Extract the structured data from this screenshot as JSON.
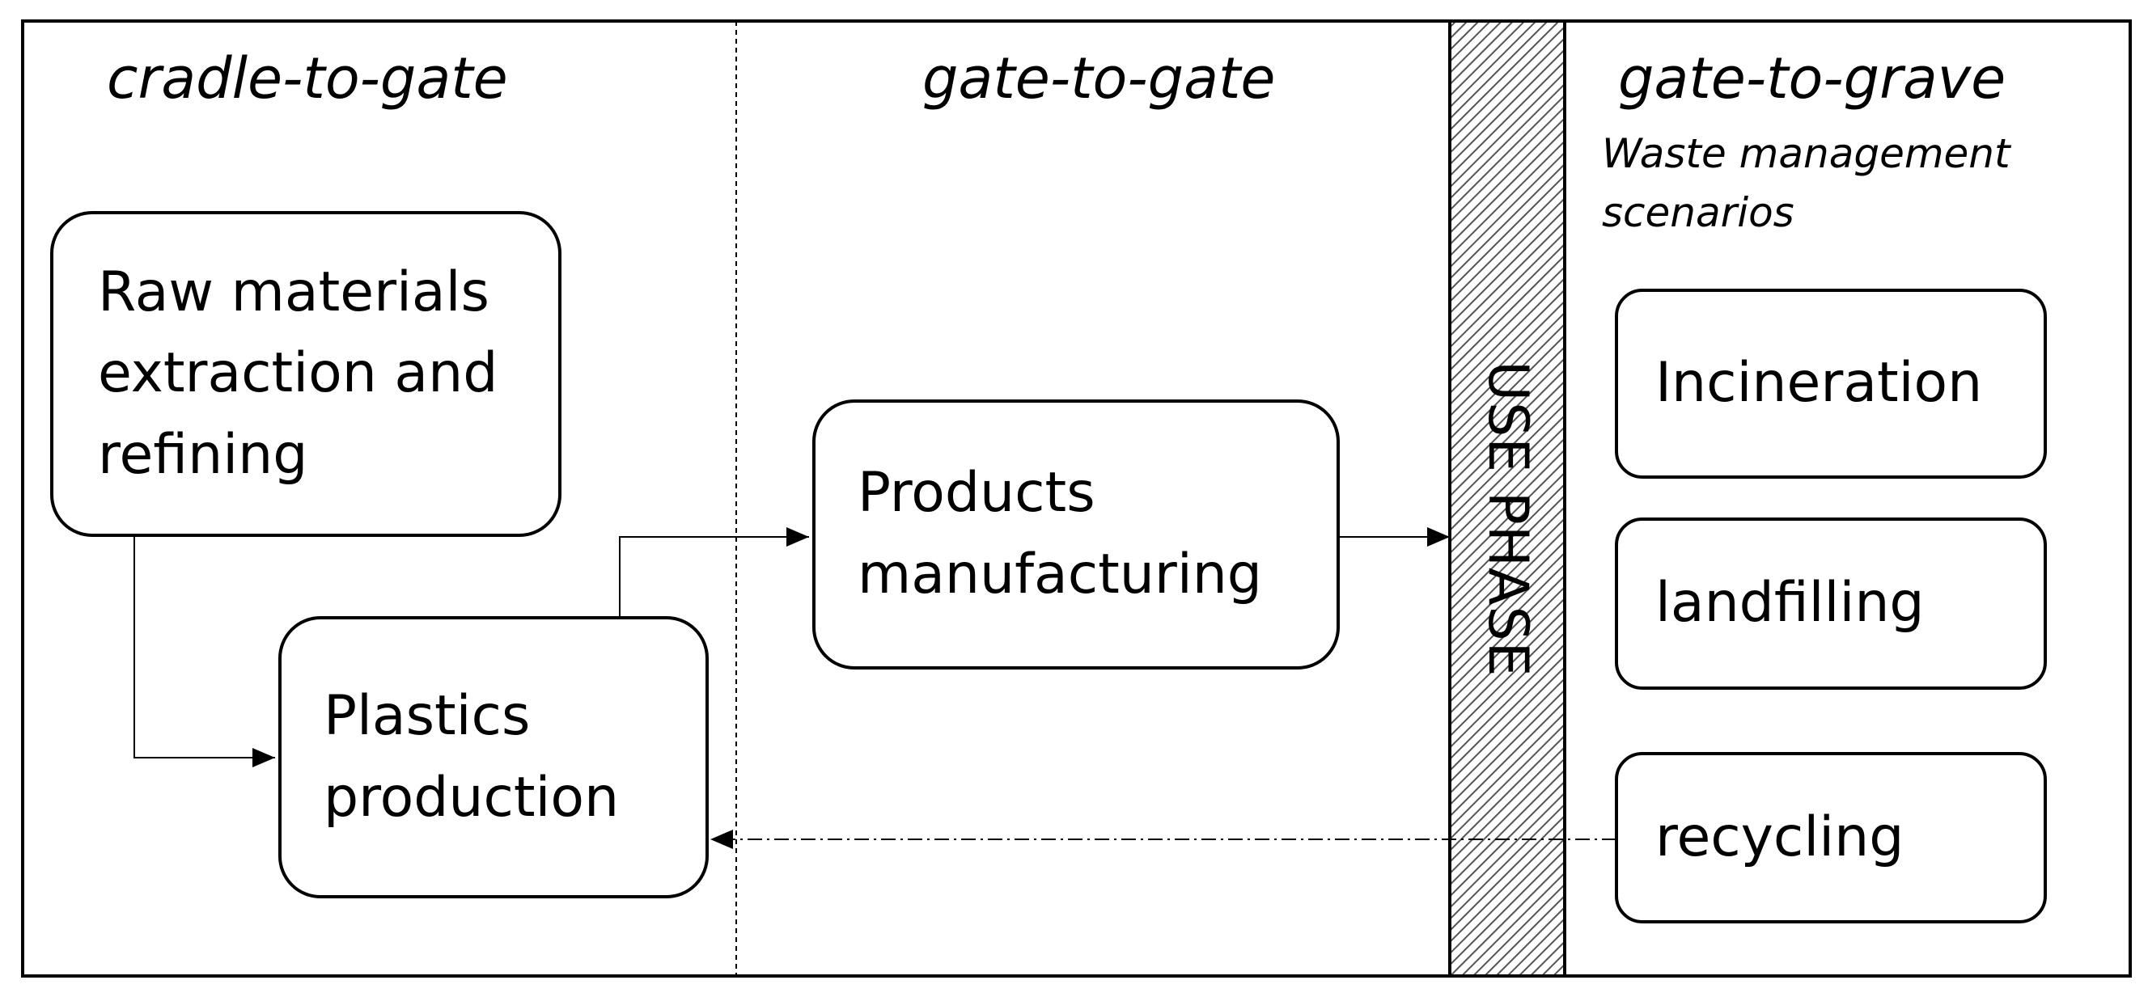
{
  "stages": {
    "cradle_to_gate": "cradle-to-gate",
    "gate_to_gate": "gate-to-gate",
    "gate_to_grave": "gate-to-grave",
    "waste_scenarios": "Waste management scenarios"
  },
  "nodes": {
    "raw_materials": "Raw materials extraction and refining",
    "plastics_production": "Plastics production",
    "products_manufacturing": "Products manufacturing",
    "use_phase": "USE PHASE",
    "incineration": "Incineration",
    "landfilling": "landfilling",
    "recycling": "recycling"
  }
}
